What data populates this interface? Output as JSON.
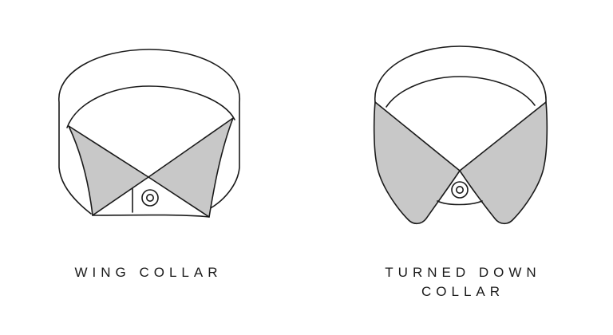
{
  "collars": [
    {
      "id": "wing",
      "caption_lines": [
        "WING COLLAR"
      ]
    },
    {
      "id": "turned-down",
      "caption_lines": [
        "TURNED DOWN",
        "COLLAR"
      ]
    }
  ],
  "colors": {
    "outline": "#1a1a1a",
    "fill": "#c8c8c8",
    "background": "#ffffff"
  }
}
